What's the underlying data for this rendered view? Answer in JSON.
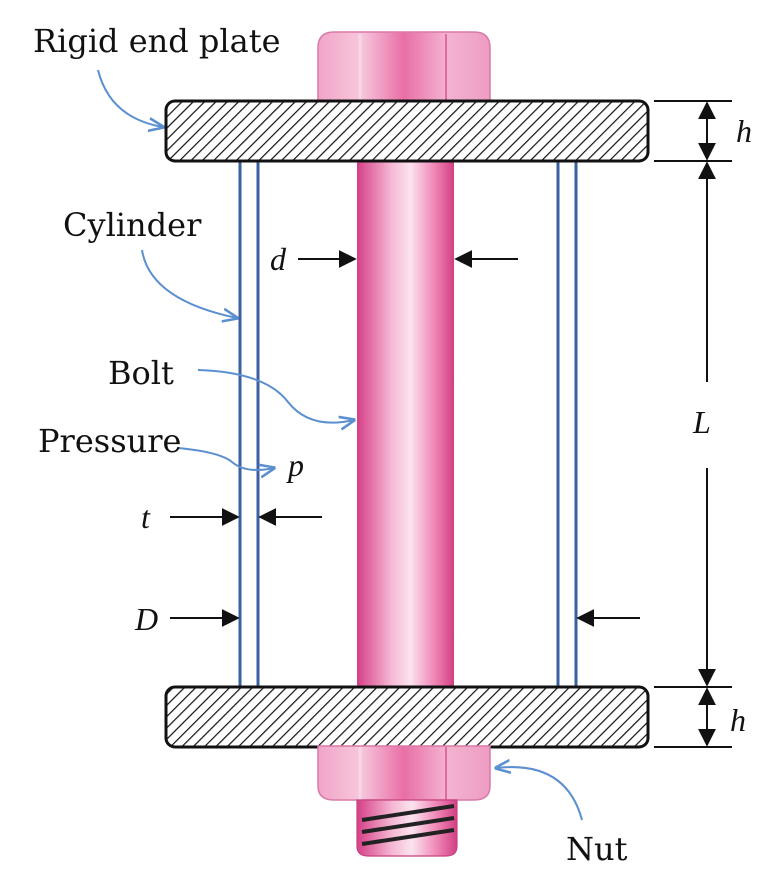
{
  "labels": {
    "rigid_end_plate": "Rigid end plate",
    "cylinder": "Cylinder",
    "bolt": "Bolt",
    "pressure": "Pressure",
    "nut": "Nut"
  },
  "symbols": {
    "h_top": "h",
    "h_bottom": "h",
    "L": "L",
    "d": "d",
    "p": "p",
    "t": "t",
    "D": "D"
  },
  "colors": {
    "bolt_pink": "#e8579a",
    "bolt_light": "#f7c3db",
    "cylinder_blue": "#3b5fa3",
    "leader_blue": "#5b8fd0",
    "plate_hatch": "#111111",
    "ink": "#111111"
  }
}
